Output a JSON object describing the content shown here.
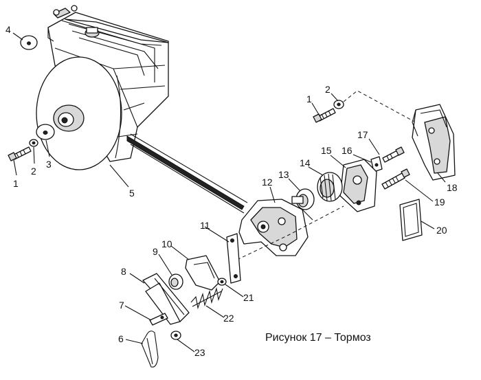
{
  "caption": "Рисунок 17 – Тормоз",
  "callouts": {
    "c1a": "1",
    "c2a": "2",
    "c3": "3",
    "c4": "4",
    "c5": "5",
    "c6": "6",
    "c7": "7",
    "c8": "8",
    "c9": "9",
    "c10": "10",
    "c11": "11",
    "c12": "12",
    "c13": "13",
    "c14": "14",
    "c15": "15",
    "c16": "16",
    "c17": "17",
    "c18": "18",
    "c19": "19",
    "c20": "20",
    "c21": "21",
    "c22": "22",
    "c23": "23",
    "c1b": "1",
    "c2b": "2"
  }
}
